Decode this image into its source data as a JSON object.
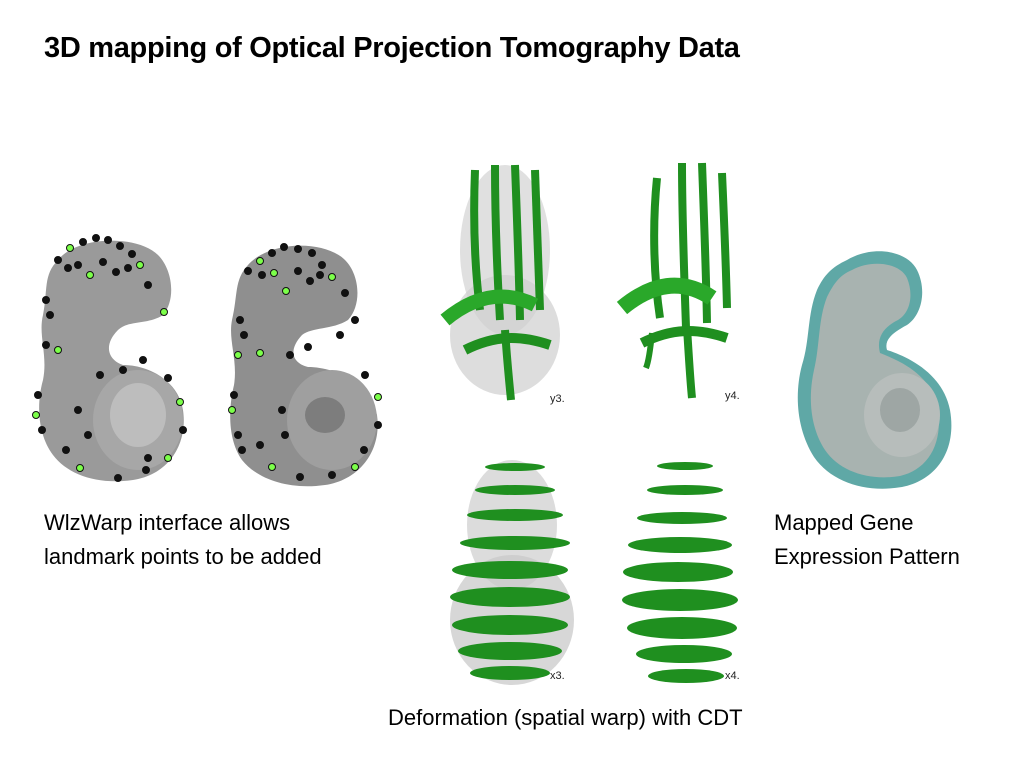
{
  "title": "3D mapping of Optical Projection Tomography Data",
  "captions": {
    "landmarks_line1": "WlzWarp interface allows",
    "landmarks_line2": "landmark points to be added",
    "gene_line1": "Mapped Gene",
    "gene_line2": "Expression Pattern",
    "deformation": "Deformation (spatial warp) with CDT"
  },
  "panel_labels": {
    "y3": "y3.",
    "y4": "y4.",
    "x3": "x3.",
    "x4": "x4."
  },
  "colors": {
    "landmark_black": "#111111",
    "landmark_green": "#7cff4a",
    "expression_green": "#1f8f1f",
    "gene_teal": "#5fa8a6",
    "embryo_gray": "#9a9a9a"
  }
}
